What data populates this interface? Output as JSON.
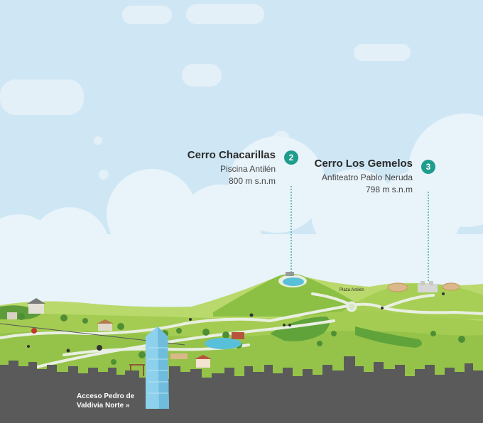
{
  "points": [
    {
      "number": "2",
      "title": "Cerro Chacarillas",
      "subtitle": "Piscina Antilén",
      "altitude": "800 m s.n.m"
    },
    {
      "number": "3",
      "title": "Cerro Los Gemelos",
      "subtitle": "Anfiteatro Pablo Neruda",
      "altitude": "798 m s.n.m"
    }
  ],
  "map_labels": {
    "plaza": "Plaza Antilén",
    "access": "Acceso Pedro de Valdivia Norte »"
  },
  "colors": {
    "sky": "#cfe7f4",
    "cloud": "#e8f3fa",
    "hill_light": "#a7cf55",
    "hill_mid": "#8cc044",
    "hill_dark": "#5fa33a",
    "teal_badge": "#1e9c8c",
    "city": "#5a5a5a",
    "tower": "#8ed1ec"
  }
}
